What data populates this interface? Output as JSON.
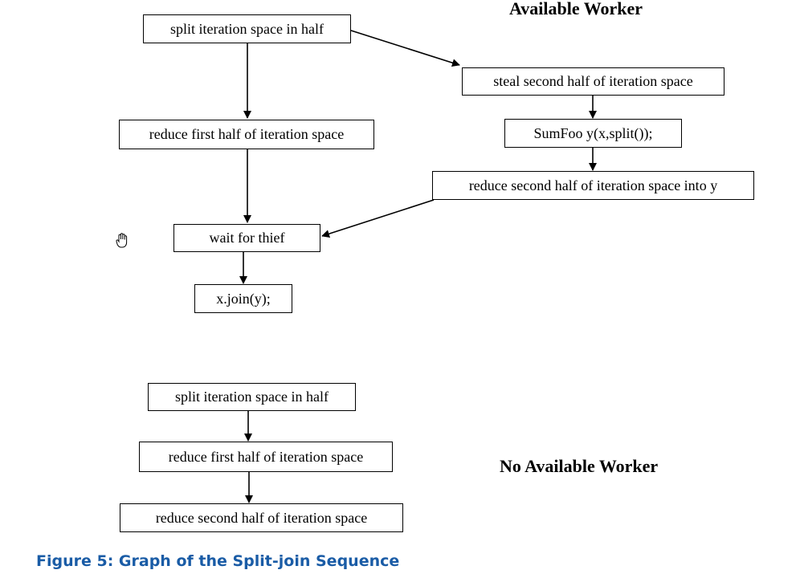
{
  "headings": {
    "available": "Available Worker",
    "no_available": "No Available Worker"
  },
  "available_flow": {
    "split": "split iteration space in half",
    "reduce_first": "reduce first half of iteration space",
    "wait": "wait for thief",
    "join": "x.join(y);",
    "steal": "steal second half of iteration space",
    "sumfoo": "SumFoo y(x,split());",
    "reduce_second_into_y": "reduce second half of iteration space into y"
  },
  "no_available_flow": {
    "split": "split iteration space in half",
    "reduce_first": "reduce first half of iteration space",
    "reduce_second": "reduce second half of iteration space"
  },
  "caption": "Figure 5: Graph of the Split-join Sequence",
  "icons": {
    "cursor": "hand-cursor-icon"
  }
}
